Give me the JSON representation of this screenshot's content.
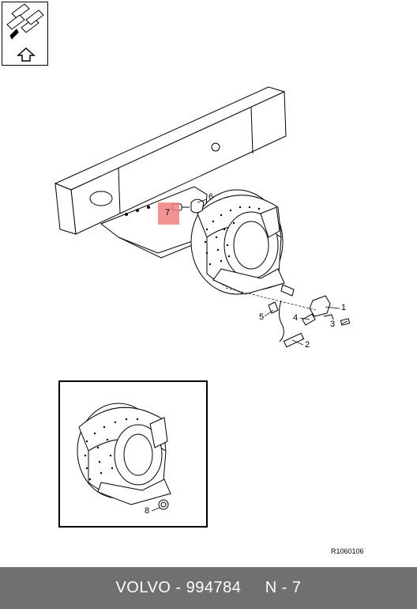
{
  "callouts": {
    "c1": "1",
    "c2": "2",
    "c3": "3",
    "c4": "4",
    "c5": "5",
    "c6": "6",
    "c7": "7",
    "c8": "8"
  },
  "reference_code": "R1060106",
  "footer": {
    "brand": "VOLVO",
    "separator": " - ",
    "part_number": "994784",
    "gap": "     ",
    "page": "N - 7"
  },
  "colors": {
    "highlight": "#f08080",
    "footer_bg": "#707070",
    "line": "#000000"
  },
  "icons": {
    "orientation": "vehicle-direction-arrow-icon"
  }
}
